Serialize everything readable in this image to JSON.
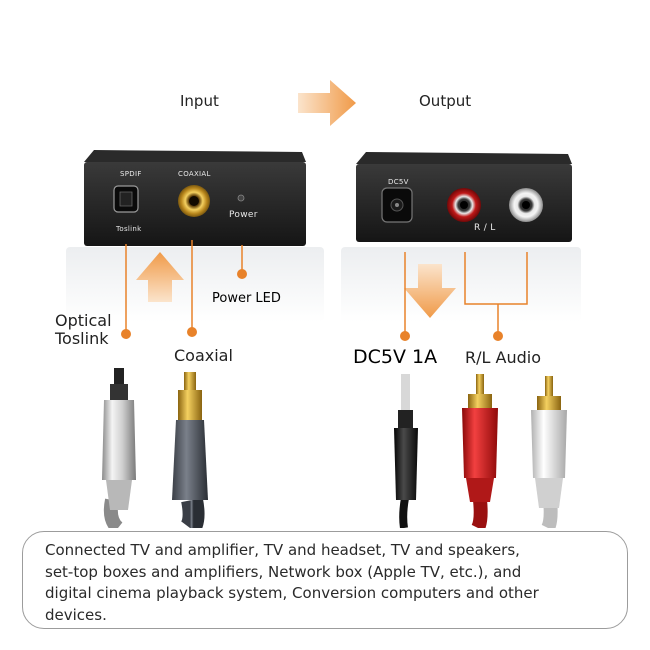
{
  "headings": {
    "input": "Input",
    "output": "Output"
  },
  "input_device": {
    "spdif": "SPDIF",
    "toslink": "Toslink",
    "coaxial": "COAXIAL",
    "power": "Power"
  },
  "output_device": {
    "dc5v": "DC5V",
    "rl": "R  /  L"
  },
  "callouts": {
    "power_led": "Power LED",
    "optical_1": "Optical",
    "optical_2": "Toslink",
    "coaxial": "Coaxial",
    "dc": "DC5V 1A",
    "rl_audio": "R/L Audio"
  },
  "description": [
    "Connected TV and amplifier, TV and headset, TV and speakers,",
    "set-top boxes and amplifiers, Network box (Apple TV, etc.), and",
    "digital cinema playback system, Conversion computers and other",
    "devices."
  ],
  "colors": {
    "accent": "#f0a050",
    "leader": "#e8822a",
    "device": "#1c1c1c",
    "text": "#222222"
  }
}
